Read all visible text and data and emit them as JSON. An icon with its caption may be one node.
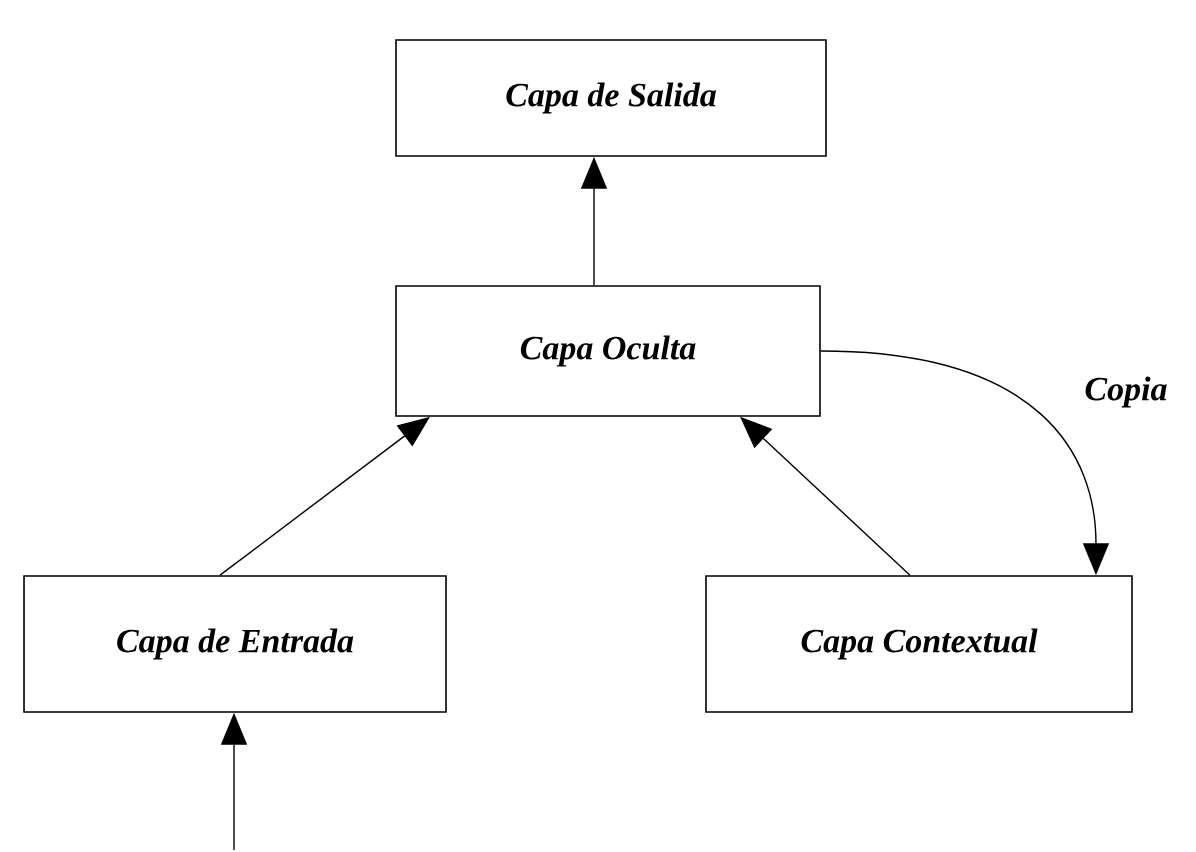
{
  "diagram": {
    "nodes": [
      {
        "text": [
          "Capa de Salida"
        ]
      },
      {
        "text": [
          "Capa Oculta"
        ]
      },
      {
        "text": [
          "Capa de Entrada"
        ]
      },
      {
        "text": [
          "Capa Contextual"
        ]
      }
    ],
    "edges": [
      {
        "from": 1,
        "to": 0,
        "arrow": "to"
      },
      {
        "from": 2,
        "to": 1,
        "arrow": "to"
      },
      {
        "from": 3,
        "to": 1,
        "arrow": "to"
      },
      {
        "from": 1,
        "to": 3,
        "arrow": "to",
        "label": "Copia"
      },
      {
        "from": null,
        "to": 2,
        "arrow": "to"
      }
    ]
  }
}
